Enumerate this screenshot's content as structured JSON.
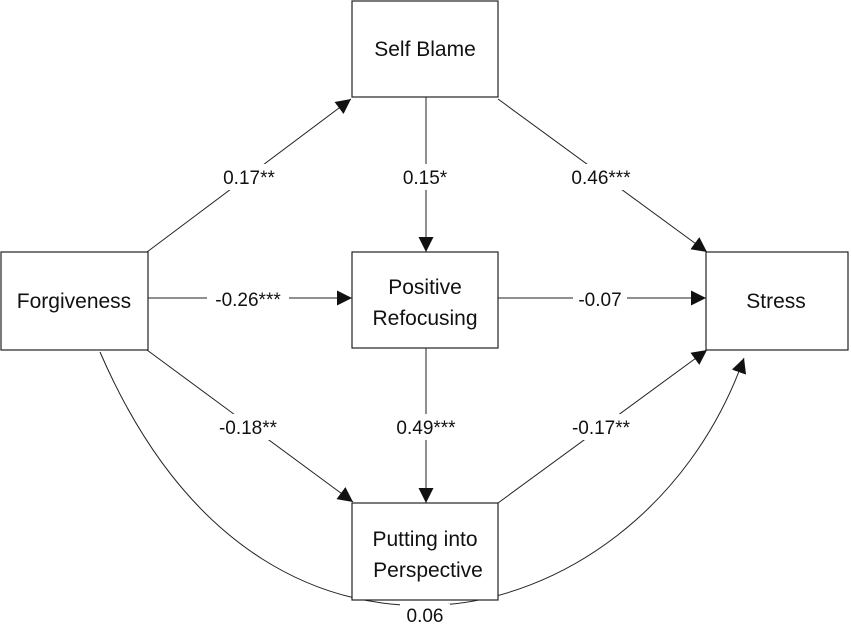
{
  "nodes": {
    "self_blame": "Self Blame",
    "forgiveness": "Forgiveness",
    "positive_refocusing_1": "Positive",
    "positive_refocusing_2": "Refocusing",
    "putting_into_perspective_1": "Putting into",
    "putting_into_perspective_2": "Perspective",
    "stress": "Stress"
  },
  "paths": {
    "forgiveness_to_self_blame": "0.17**",
    "self_blame_refocusing": "0.15*",
    "self_blame_to_stress": "0.46***",
    "forgiveness_to_refocusing": "-0.26***",
    "refocusing_to_stress": "-0.07",
    "forgiveness_to_perspective": "-0.18**",
    "refocusing_perspective": "0.49***",
    "perspective_to_stress": "-0.17**",
    "forgiveness_to_stress_direct": "0.06"
  }
}
